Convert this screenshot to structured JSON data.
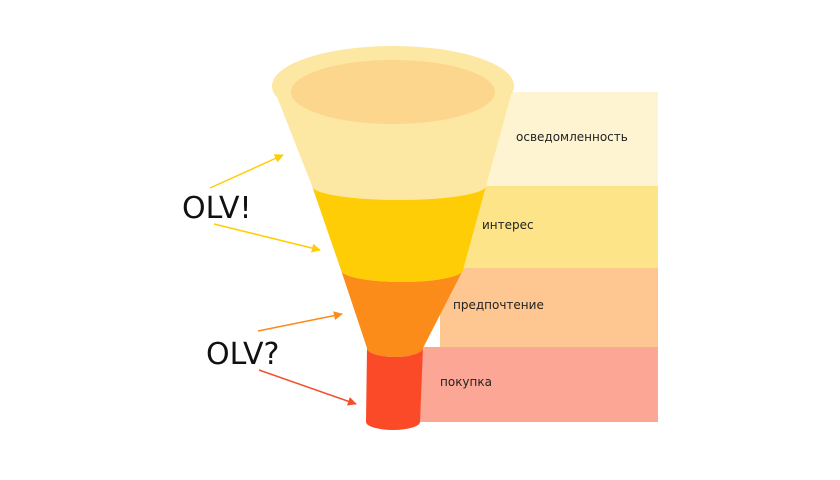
{
  "stages": [
    {
      "label": "осведомленность",
      "funnel_color": "#FCE8A2",
      "band_color": "#FEF4D2"
    },
    {
      "label": "интерес",
      "funnel_color": "#FFCD05",
      "band_color": "#FEE488"
    },
    {
      "label": "предпочтение",
      "funnel_color": "#FB8C19",
      "band_color": "#FEC690"
    },
    {
      "label": "покупка",
      "funnel_color": "#FB4A27",
      "band_color": "#FCA696"
    }
  ],
  "annotations": [
    {
      "label": "OLV!",
      "arrow_color": "#FFCD05"
    },
    {
      "label": "OLV?",
      "arrow_color": "#F2502D"
    }
  ],
  "funnel_rim": {
    "outer_color": "#FCE8A2",
    "inner_color": "#FDD68E"
  }
}
